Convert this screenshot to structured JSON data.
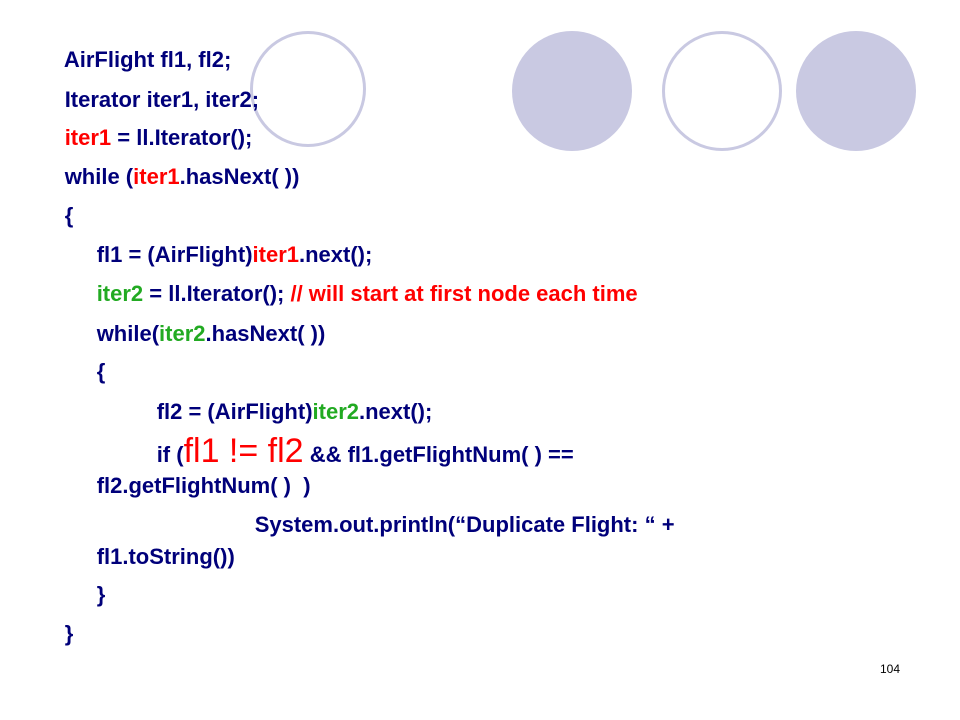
{
  "colors": {
    "text": "#00007a",
    "red": "#ff0000",
    "green": "#22aa22",
    "circle": "#c9c9e2"
  },
  "code": {
    "l1": "AirFlight fl1, fl2;",
    "l2": "Iterator iter1, iter2;",
    "l3a": "iter1",
    "l3b": " = ll.Iterator();",
    "l4a": "while (",
    "l4b": "iter1",
    "l4c": ".hasNext( ))",
    "l5": "{",
    "l6a": "fl1 = (AirFlight)",
    "l6b": "iter1",
    "l6c": ".next();",
    "l7a": "iter2",
    "l7b": " = ll.Iterator(); ",
    "l7c": "// will start at first node each time",
    "l8a": "while(",
    "l8b": "iter2",
    "l8c": ".hasNext( ))",
    "l9": "{",
    "l10a": "fl2 = (AirFlight)",
    "l10b": "iter2",
    "l10c": ".next();",
    "l11a": "if (",
    "l11b": "fl1 != fl2",
    "l11c": " && fl1.getFlightNum( ) ==",
    "l12": "fl2.getFlightNum( )  )",
    "l13": "System.out.println(“Duplicate Flight: “ +",
    "l14": "fl1.toString())",
    "l15": "}",
    "l16": "}"
  },
  "page_number": "104"
}
